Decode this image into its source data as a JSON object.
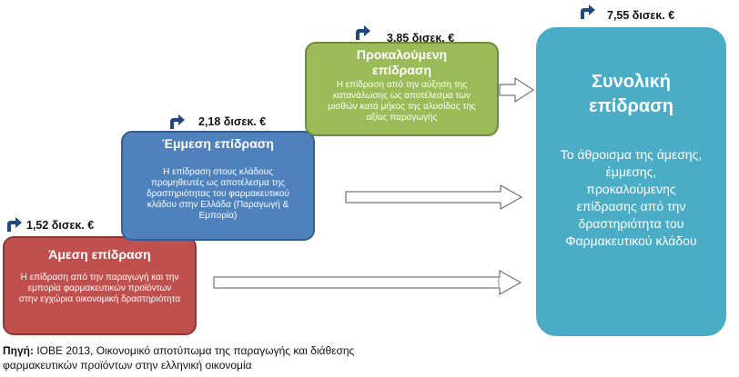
{
  "direct": {
    "value": "1,52 δισεκ. €",
    "title": "Άμεση επίδραση",
    "description": "Η επίδραση από την παραγωγή και την εμπορία φαρμακευτικών προϊόντων στην εγχώρια οικονομική δραστηριότητα"
  },
  "indirect": {
    "value": "2,18 δισεκ. €",
    "title": "Έμμεση επίδραση",
    "description": "Η επίδραση στους κλάδους προμηθευτές ως αποτέλεσμα της δραστηριότητας του φαρμακευτικού κλάδου στην Ελλάδα (Παραγωγή & Εμπορία)"
  },
  "induced": {
    "value": "3,85 δισεκ. €",
    "title_line1": "Προκαλούμενη",
    "title_line2": "επίδραση",
    "description": "Η επίδραση από την αύξηση της κατανάλωσης ως αποτέλεσμα των μισθών κατά μήκος της αλυσίδας της αξίας παραγωγής"
  },
  "total": {
    "value": "7,55 δισεκ. €",
    "title_line1": "Συνολική",
    "title_line2": "επίδραση",
    "description": "Το άθροισμα της άμεσης, έμμεσης, προκαλούμενης επίδρασης από την δραστηριότητα του Φαρμακευτικού κλάδου"
  },
  "source": {
    "label": "Πηγή:",
    "text_line1": " ΙΟΒΕ 2013, Οικονομικό αποτύπωμα της παραγωγής και διάθεσης",
    "text_line2": "φαρμακευτικών προϊόντων στην ελληνική οικονομία"
  },
  "colors": {
    "direct": "#c0504d",
    "indirect": "#4f81bd",
    "induced": "#9bbb59",
    "total": "#4bacc6",
    "arrow_icon": "#1f497d"
  },
  "icons": {
    "value_marker": "curved-up-right-arrow-icon",
    "flow_connector": "block-right-arrow-icon"
  }
}
